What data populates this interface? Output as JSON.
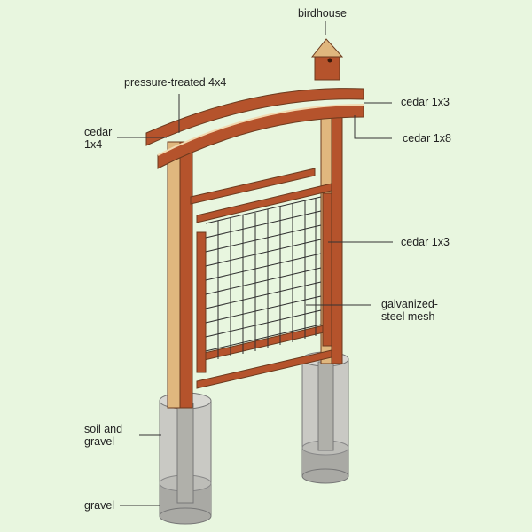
{
  "diagram": {
    "subject": "trellis with birdhouse on concrete post footings",
    "background_color": "#e8f6df",
    "wood_color": "#b5532c",
    "wood_light_color": "#e0b77e",
    "concrete_color": "#c9c9c4",
    "labels": {
      "birdhouse": "birdhouse",
      "pressure_treated": "pressure-treated 4x4",
      "cedar_1x4_line1": "cedar",
      "cedar_1x4_line2": "1x4",
      "cedar_1x3_top": "cedar 1x3",
      "cedar_1x8": "cedar 1x8",
      "cedar_1x3_side": "cedar 1x3",
      "mesh_line1": "galvanized-",
      "mesh_line2": "steel mesh",
      "soil_line1": "soil and",
      "soil_line2": "gravel",
      "gravel": "gravel"
    }
  }
}
